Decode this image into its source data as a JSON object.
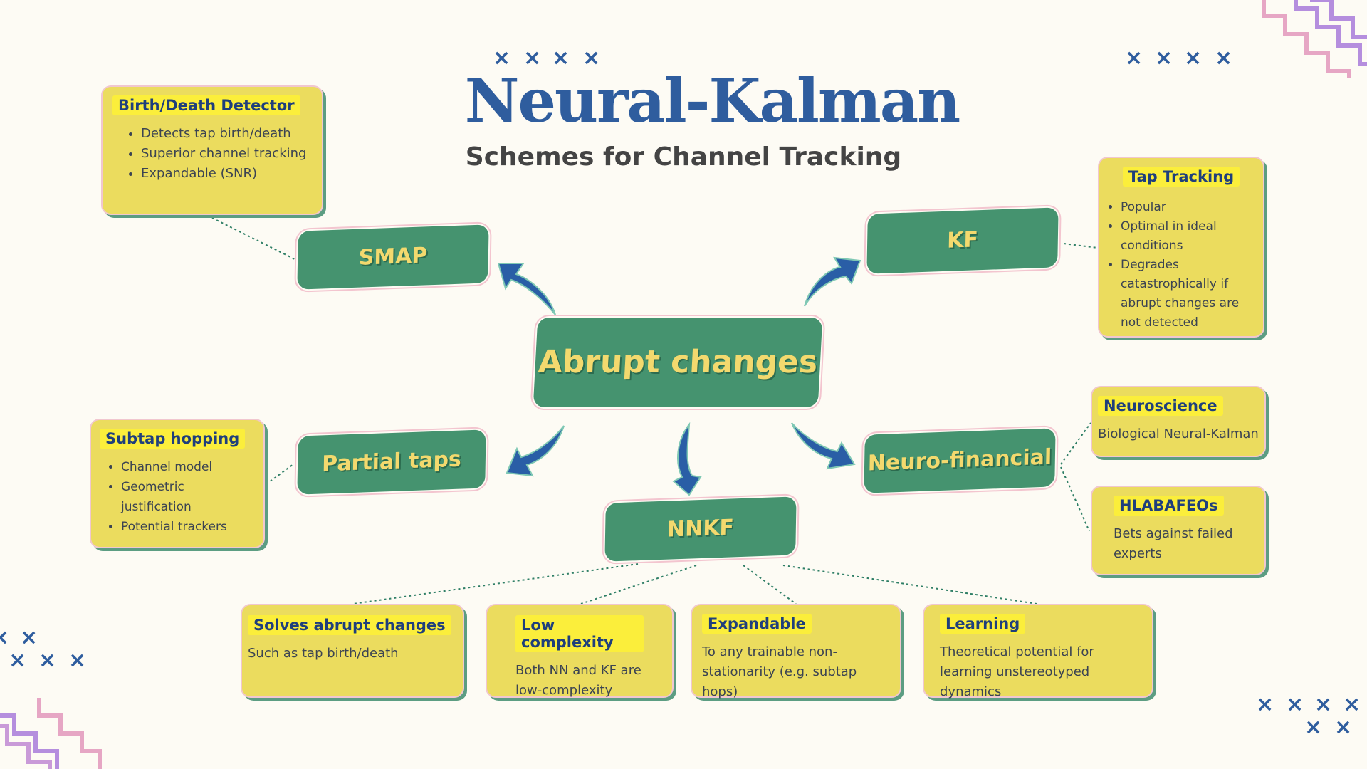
{
  "header": {
    "title": "Neural-Kalman",
    "subtitle": "Schemes for Channel Tracking"
  },
  "center_node": {
    "label": "Abrupt changes"
  },
  "nodes": {
    "smap": "SMAP",
    "kf": "KF",
    "partial_taps": "Partial taps",
    "neuro_financial": "Neuro-financial",
    "nnkf": "NNKF"
  },
  "cards": {
    "birth_death": {
      "title": "Birth/Death Detector",
      "items": [
        "Detects tap birth/death",
        "Superior channel tracking",
        "Expandable (SNR)"
      ]
    },
    "tap_tracking": {
      "title": "Tap Tracking",
      "items": [
        "Popular",
        "Optimal in ideal conditions",
        "Degrades catastrophically if abrupt changes are not detected"
      ]
    },
    "subtap": {
      "title": "Subtap hopping",
      "items": [
        "Channel model",
        "Geometric justification",
        "Potential trackers"
      ]
    },
    "neuroscience": {
      "title": "Neuroscience",
      "text": "Biological Neural-Kalman"
    },
    "hlabafeos": {
      "title": "HLABAFEOs",
      "text": "Bets against failed experts"
    },
    "solves": {
      "title": "Solves abrupt changes",
      "text": "Such as tap birth/death"
    },
    "low_complexity": {
      "title": "Low complexity",
      "text": "Both NN and KF are low-complexity"
    },
    "expandable": {
      "title": "Expandable",
      "text": "To any trainable non-stationarity (e.g. subtap hops)"
    },
    "learning": {
      "title": "Learning",
      "text": "Theoretical potential for learning unstereotyped dynamics"
    }
  },
  "decor": {
    "x_mark": "×",
    "colors": {
      "node": "#45936f",
      "card": "#ebdc5e",
      "title": "#2f5d9e",
      "arrow": "#2f5d9e"
    }
  }
}
